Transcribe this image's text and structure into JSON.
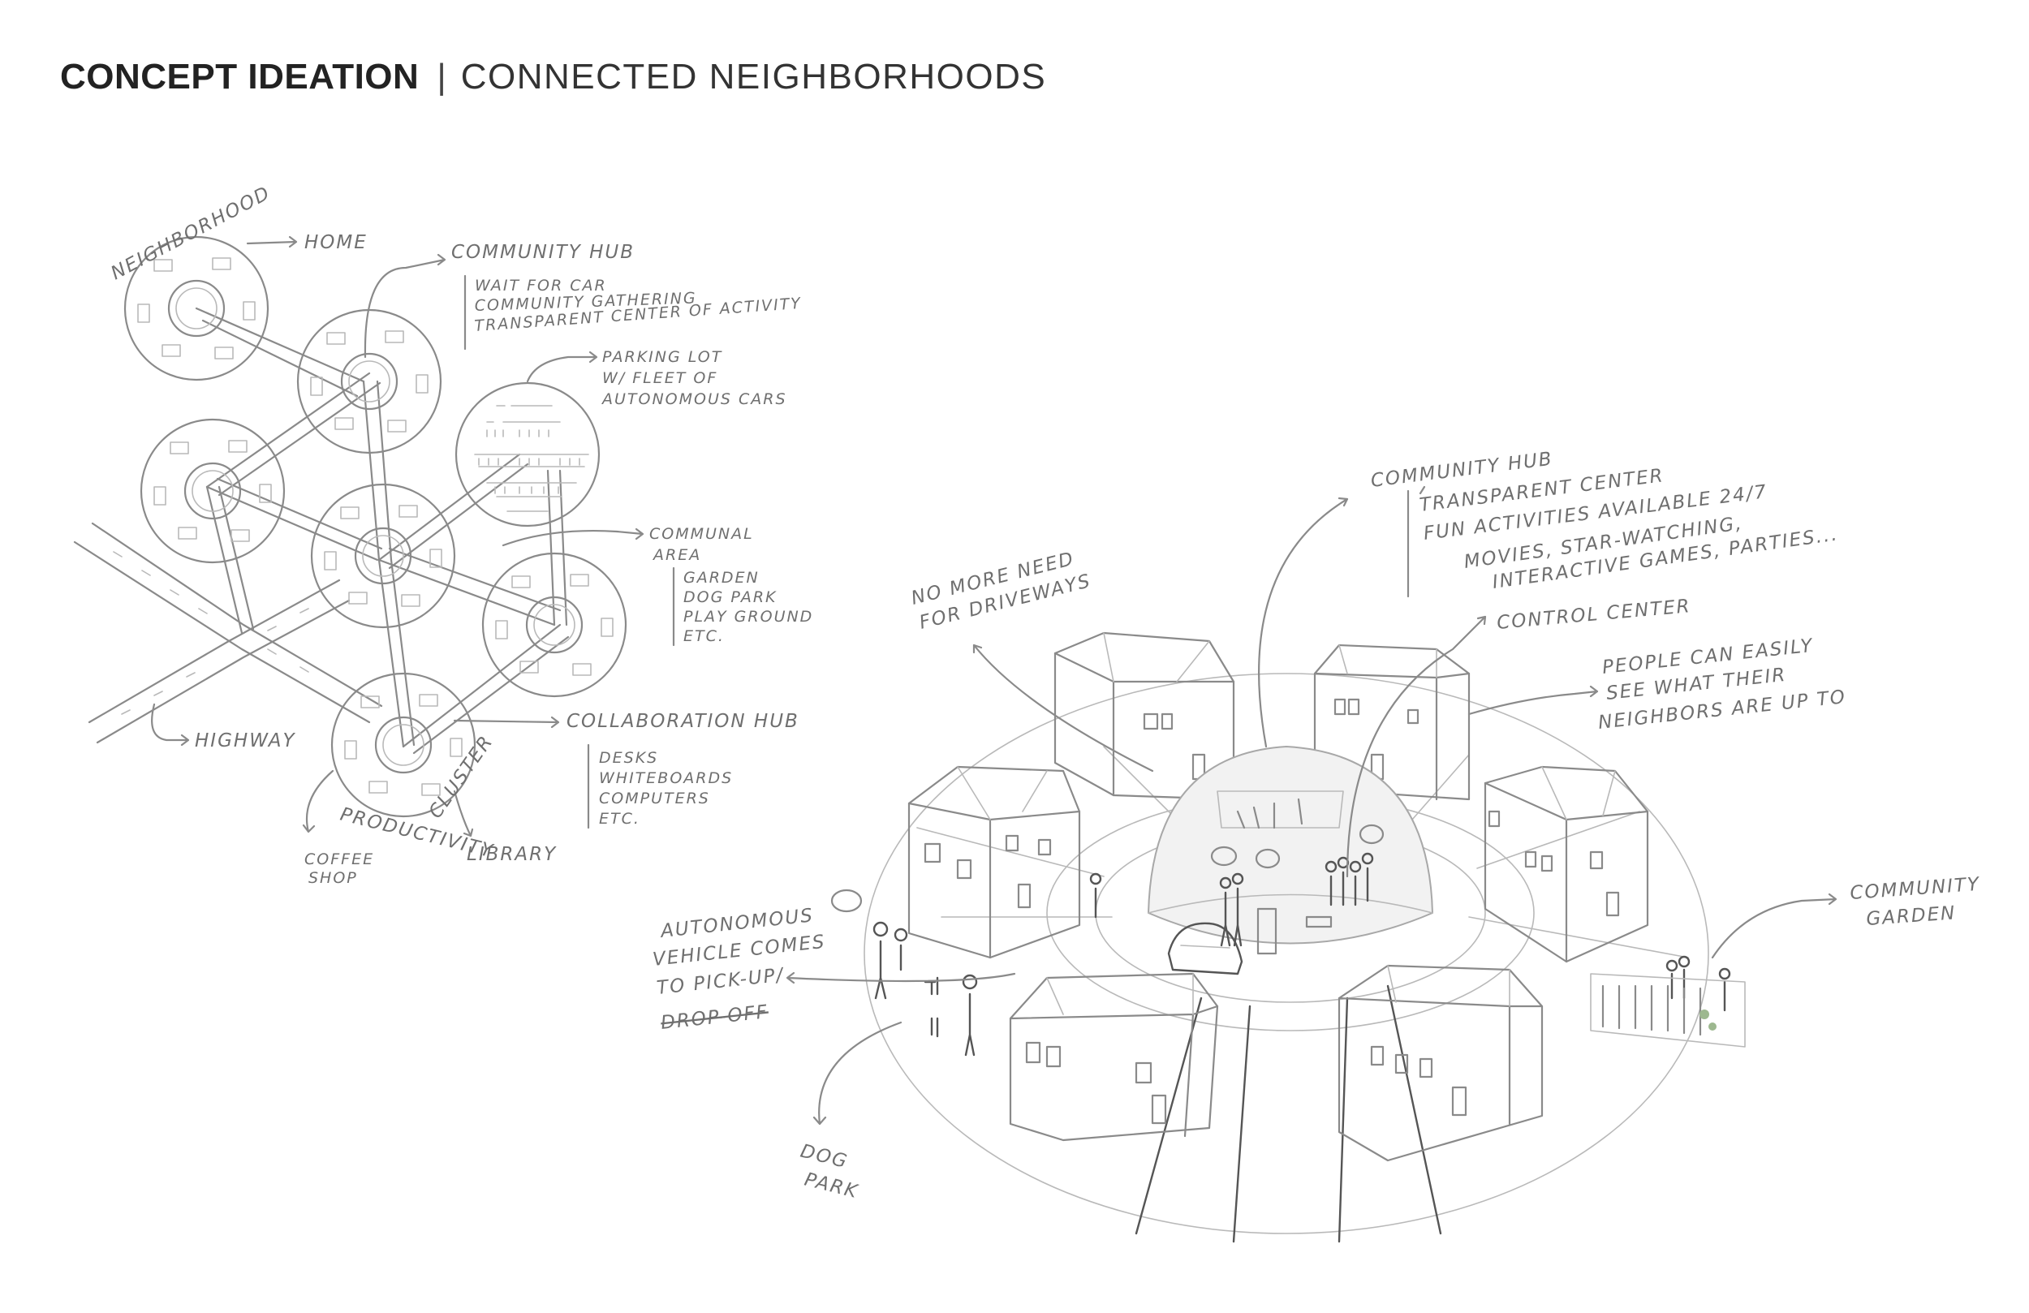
{
  "header": {
    "title_bold": "CONCEPT IDEATION",
    "separator": "|",
    "title_rest": "CONNECTED NEIGHBORHOODS"
  },
  "map_sketch": {
    "neighborhood": "NEIGHBORHOOD",
    "home": "HOME",
    "community_hub": {
      "title": "COMMUNITY HUB",
      "notes": [
        "WAIT FOR CAR",
        "COMMUNITY GATHERING",
        "TRANSPARENT CENTER OF ACTIVITY"
      ]
    },
    "parking": [
      "PARKING LOT",
      "W/ FLEET OF",
      "AUTONOMOUS CARS"
    ],
    "communal": {
      "title": [
        "COMMUNAL",
        "AREA"
      ],
      "notes": [
        "GARDEN",
        "DOG PARK",
        "PLAY GROUND",
        "ETC."
      ]
    },
    "collaboration": {
      "title": "COLLABORATION HUB",
      "notes": [
        "DESKS",
        "WHITEBOARDS",
        "COMPUTERS",
        "ETC."
      ]
    },
    "highway": "HIGHWAY",
    "productivity_cluster": [
      "PRODUCTIVITY",
      "CLUSTER"
    ],
    "coffee_shop": [
      "COFFEE",
      "SHOP"
    ],
    "library": "LIBRARY"
  },
  "perspective_sketch": {
    "community_hub": {
      "title": "COMMUNITY HUB",
      "notes": [
        "TRANSPARENT CENTER",
        "FUN ACTIVITIES AVAILABLE 24/7",
        "MOVIES, STAR-WATCHING,",
        "INTERACTIVE GAMES, PARTIES..."
      ]
    },
    "no_driveways": [
      "NO MORE NEED",
      "FOR DRIVEWAYS"
    ],
    "control_center": "CONTROL CENTER",
    "people_see": [
      "PEOPLE CAN EASILY",
      "SEE WHAT THEIR",
      "NEIGHBORS ARE UP TO"
    ],
    "autonomous_vehicle": [
      "AUTONOMOUS",
      "VEHICLE COMES",
      "TO PICK-UP/",
      "DROP-OFF"
    ],
    "community_garden": [
      "COMMUNITY",
      "GARDEN"
    ],
    "dog_park": [
      "DOG",
      "PARK"
    ]
  }
}
